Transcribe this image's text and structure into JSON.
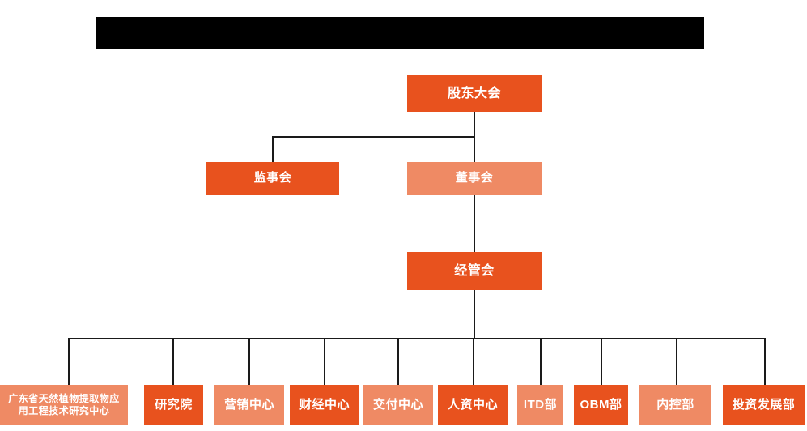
{
  "diagram": {
    "title_bar": {
      "name": "redacted-title-bar",
      "text": "",
      "color": "#000000"
    },
    "palette": {
      "background": "#FFFFFF",
      "accent_dark": "#E8521E",
      "accent_light": "#EF8A64",
      "connector": "#1A1A1A",
      "node_text": "#FFFFFF"
    },
    "levels": [
      {
        "level": 1,
        "nodes": [
          {
            "id": "shareholders-meeting",
            "label": "股东大会",
            "tone": "dark"
          }
        ]
      },
      {
        "level": 2,
        "nodes": [
          {
            "id": "supervisory-board",
            "label": "监事会",
            "tone": "dark"
          },
          {
            "id": "board-of-directors",
            "label": "董事会",
            "tone": "light"
          }
        ]
      },
      {
        "level": 3,
        "nodes": [
          {
            "id": "management-committee",
            "label": "经管会",
            "tone": "dark"
          }
        ]
      },
      {
        "level": 4,
        "nodes": [
          {
            "id": "guangdong-research-center",
            "label": "广东省天然植物提取物应\n用工程技术研究中心",
            "tone": "light"
          },
          {
            "id": "research-institute",
            "label": "研究院",
            "tone": "dark"
          },
          {
            "id": "marketing-center",
            "label": "营销中心",
            "tone": "light"
          },
          {
            "id": "finance-center",
            "label": "财经中心",
            "tone": "dark"
          },
          {
            "id": "delivery-center",
            "label": "交付中心",
            "tone": "light"
          },
          {
            "id": "hr-center",
            "label": "人资中心",
            "tone": "dark"
          },
          {
            "id": "itd-department",
            "label": "ITD部",
            "tone": "light"
          },
          {
            "id": "obm-department",
            "label": "OBM部",
            "tone": "dark"
          },
          {
            "id": "internal-control-department",
            "label": "内控部",
            "tone": "light"
          },
          {
            "id": "investment-development-department",
            "label": "投资发展部",
            "tone": "dark"
          }
        ]
      }
    ]
  }
}
